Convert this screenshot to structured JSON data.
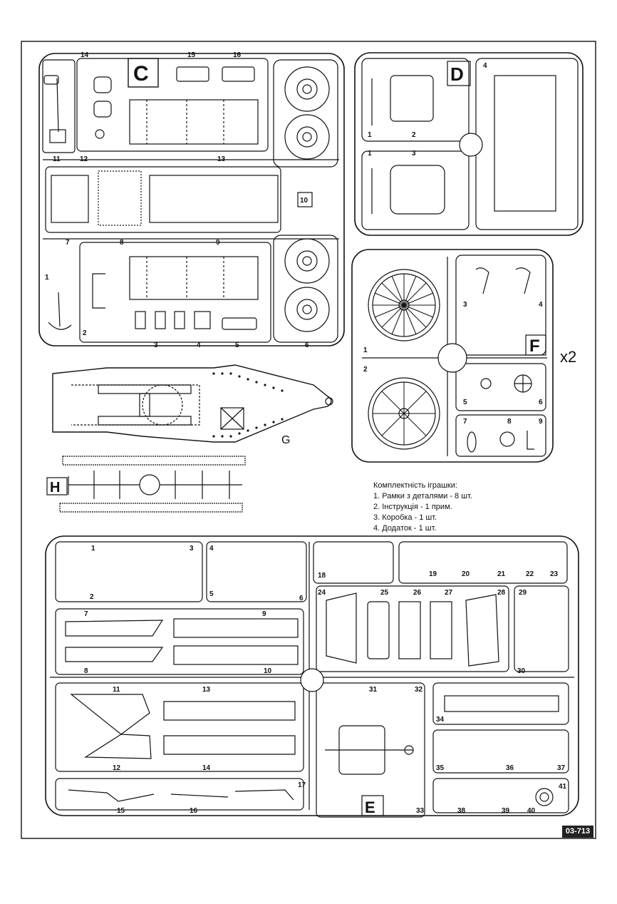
{
  "sprue_labels": {
    "C": "C",
    "D": "D",
    "E": "E",
    "F": "F",
    "G": "G",
    "H": "H"
  },
  "multiplier": "x2",
  "sheet_code": "03-713",
  "contents": {
    "heading": "Комплектність іграшки:",
    "items": [
      "1. Рамки з деталями - 8 шт.",
      "2. Інструкція - 1 прим.",
      "3. Коробка - 1 шт.",
      "4. Додаток - 1 шт."
    ]
  },
  "part_numbers": {
    "C": [
      "14",
      "15",
      "16",
      "11",
      "12",
      "13",
      "10",
      "7",
      "8",
      "9",
      "1",
      "2",
      "3",
      "4",
      "5",
      "6"
    ],
    "D": [
      "4",
      "1",
      "2",
      "1",
      "3"
    ],
    "F": [
      "3",
      "4",
      "1",
      "2",
      "5",
      "6",
      "7",
      "8",
      "9"
    ],
    "E": [
      "1",
      "3",
      "4",
      "2",
      "5",
      "6",
      "18",
      "19",
      "20",
      "21",
      "22",
      "23",
      "24",
      "25",
      "26",
      "27",
      "28",
      "29",
      "7",
      "9",
      "8",
      "10",
      "30",
      "11",
      "13",
      "12",
      "14",
      "31",
      "32",
      "34",
      "35",
      "36",
      "37",
      "15",
      "16",
      "17",
      "38",
      "39",
      "40",
      "41",
      "33"
    ]
  }
}
